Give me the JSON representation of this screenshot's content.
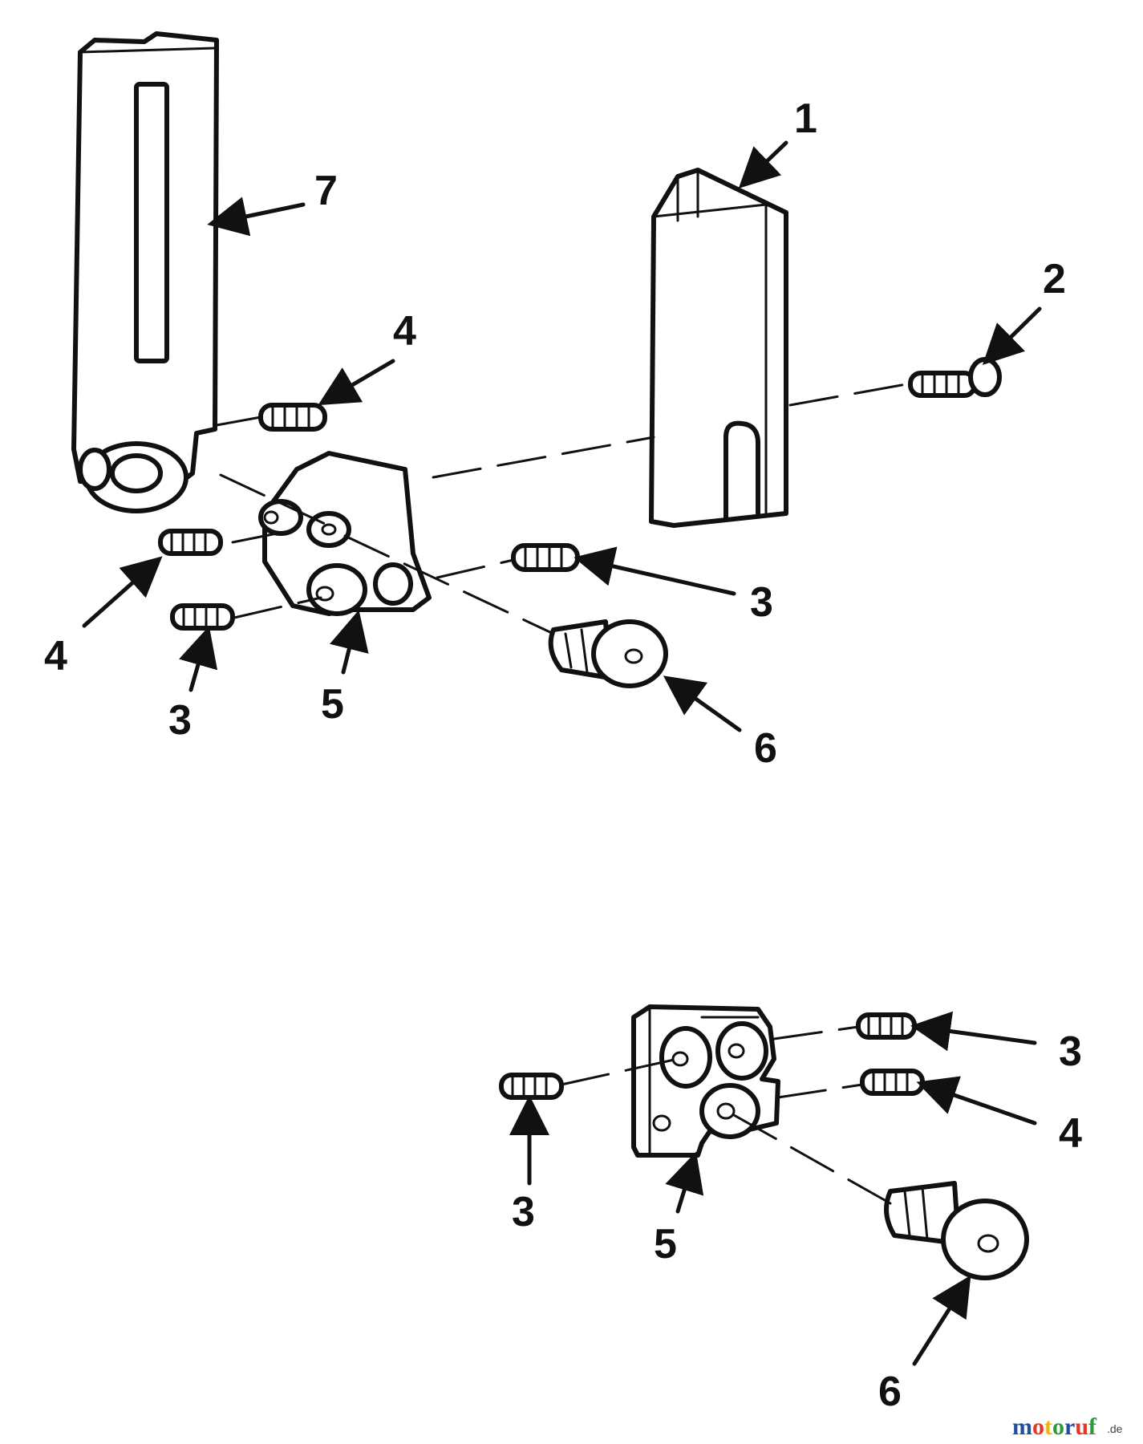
{
  "callouts": {
    "c1": "1",
    "c2": "2",
    "c3_top_right": "3",
    "c3_top_left": "3",
    "c4_top": "4",
    "c4_left": "4",
    "c5_top": "5",
    "c6_top": "6",
    "c7": "7",
    "c3_bottom_right": "3",
    "c4_bottom_right": "4",
    "c3_bottom_left": "3",
    "c5_bottom": "5",
    "c6_bottom": "6"
  },
  "watermark": {
    "brand": "motoruf",
    "tld": ".de",
    "colors": [
      "#1f4fa0",
      "#e53527",
      "#f2b400",
      "#2e9b3a",
      "#1f4fa0",
      "#e53527",
      "#2e9b3a"
    ]
  }
}
